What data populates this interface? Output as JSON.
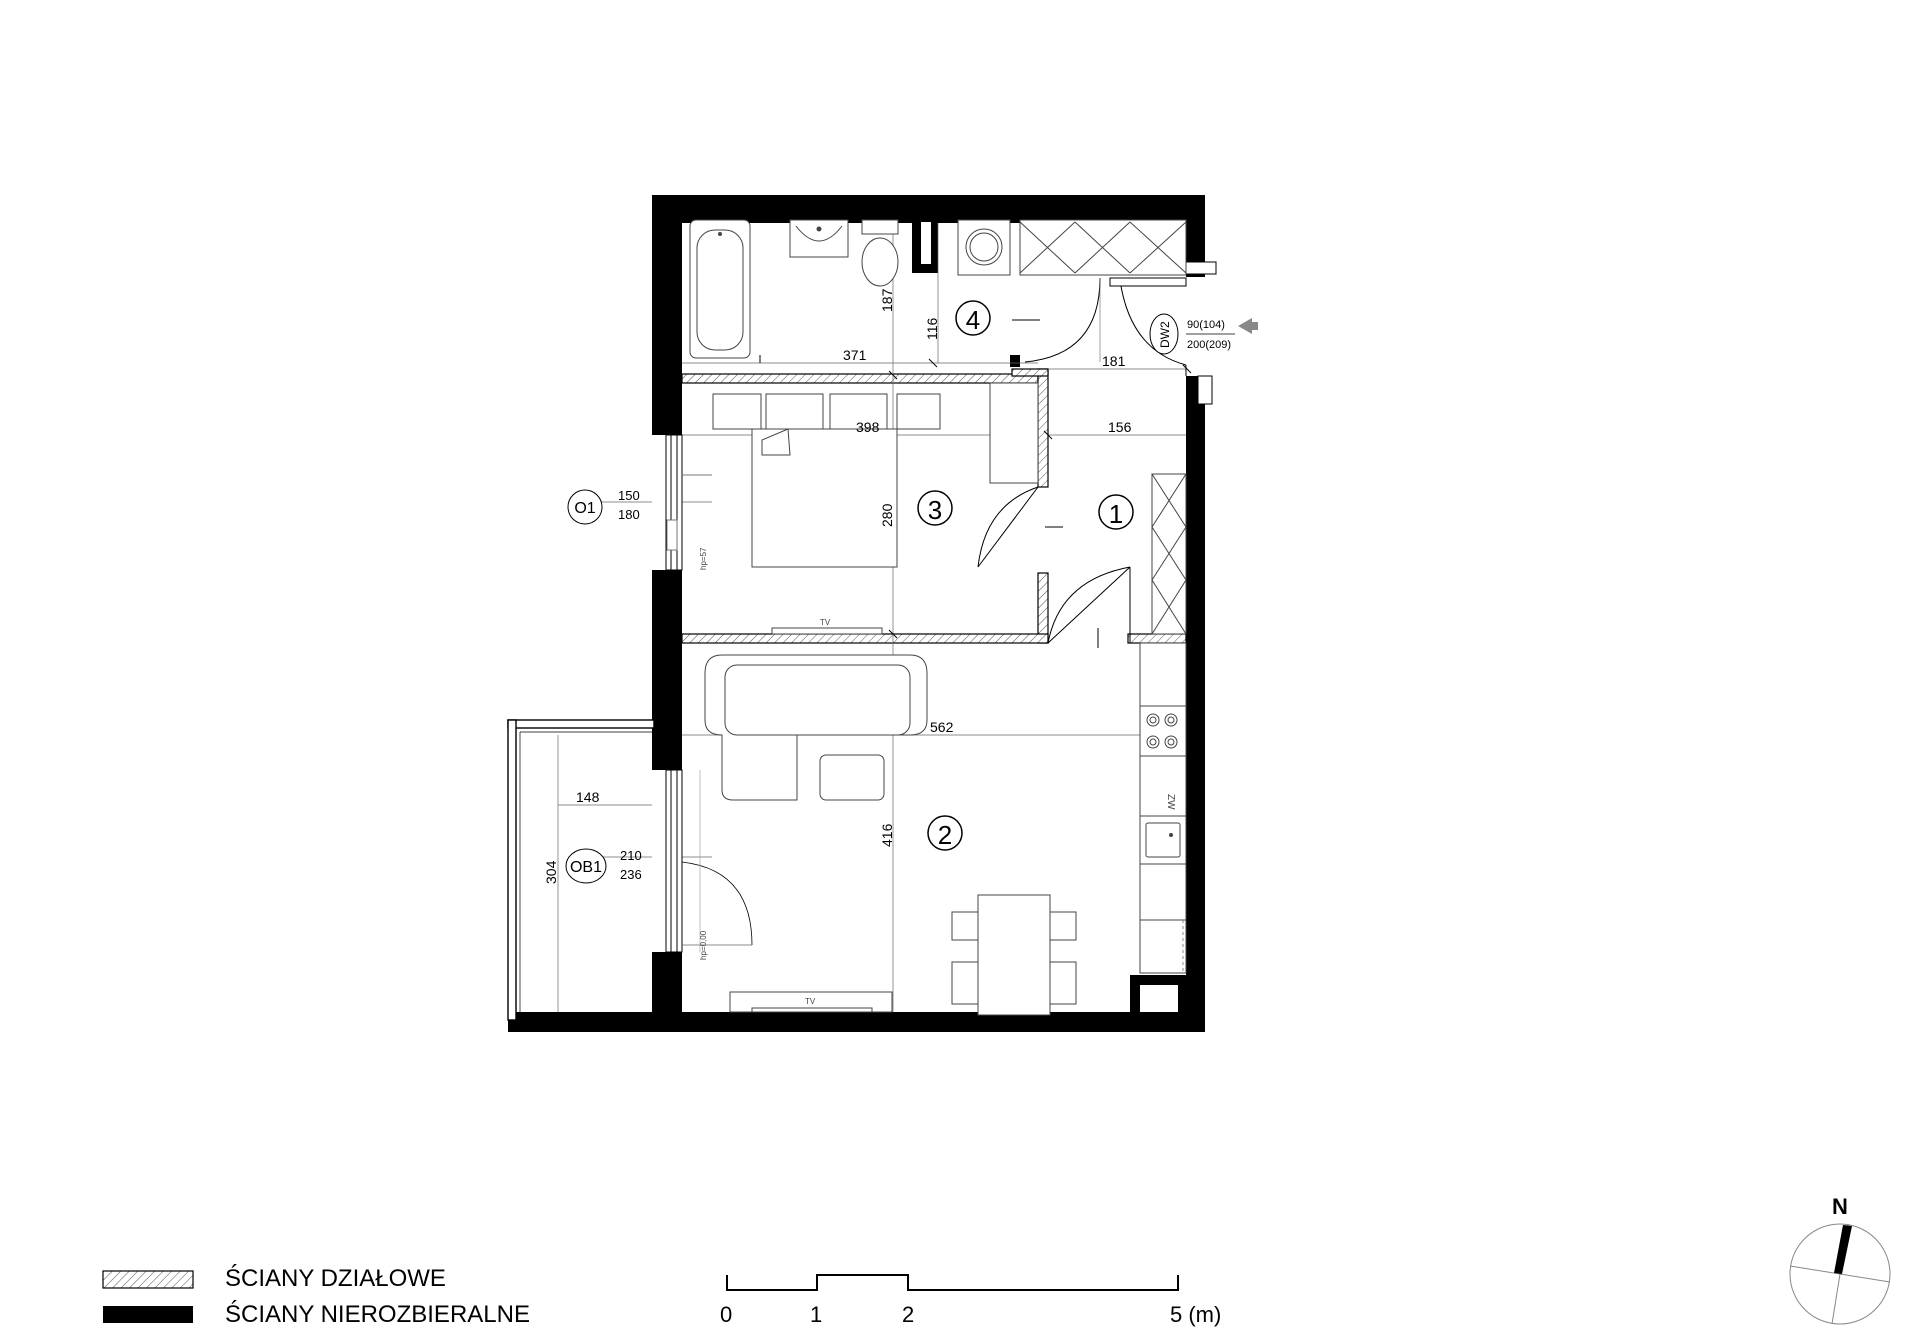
{
  "rooms": [
    "1",
    "2",
    "3",
    "4"
  ],
  "dimensions": {
    "bath_height": "187",
    "hall_small": "116",
    "bath_width": "371",
    "hall_top_width": "181",
    "bedroom_width": "398",
    "hall_width": "156",
    "bedroom_height": "280",
    "living_width": "562",
    "living_height": "416",
    "balcony_width": "148",
    "balcony_height": "304"
  },
  "door_dw2": {
    "code": "DW2",
    "width": "90(104)",
    "height": "200(209)"
  },
  "window_o1": {
    "code": "O1",
    "width": "150",
    "height": "180",
    "sill": "hp=57"
  },
  "window_ob1": {
    "code": "OB1",
    "width": "210",
    "height": "236",
    "sill": "hp=0,00"
  },
  "furniture_labels": {
    "tv_bedroom": "TV",
    "tv_living": "TV",
    "fridge": "ZW"
  },
  "legend": {
    "partition": "ŚCIANY DZIAŁOWE",
    "structural": "ŚCIANY NIEROZBIERALNE"
  },
  "scale": {
    "labels": [
      "0",
      "1",
      "2",
      "5 (m)"
    ]
  },
  "north_label": "N"
}
